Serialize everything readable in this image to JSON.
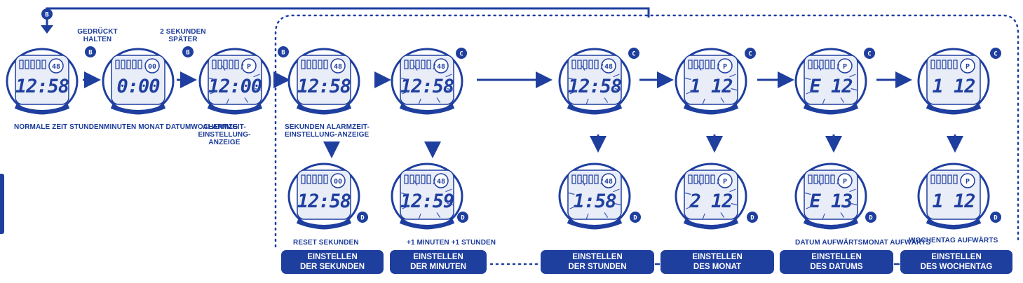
{
  "colors": {
    "primary": "#1f3f9f",
    "lcd": "#e9edf8",
    "flash": "#3a57b6"
  },
  "top_labels": {
    "hold_1": "GEDRÜCKT",
    "hold_2": "HALTEN",
    "delay_1": "2 SEKUNDEN",
    "delay_2": "SPÄTER"
  },
  "row1_caption": "NORMALE ZEIT STUNDENMINUTEN MONAT DATUMWOCHENTAG",
  "alarm_caption": {
    "l1": "ALARMZEIT-",
    "l2": "EINSTELLUNG-",
    "l3": "ANZEIGE"
  },
  "seconds_caption": {
    "l1": "SEKUNDEN ALARMZEIT-",
    "l2": "EINSTELLUNG-ANZEIGE"
  },
  "row2_captions": {
    "reset": "RESET SEKUNDEN",
    "minutes": "+1 MINUTEN +1 STUNDEN",
    "date_month": "DATUM AUFWÄRTSMONAT AUFWÄRTS",
    "weekday": "WOCHENTAG AUFWÄRTS"
  },
  "buttons": {
    "b": "B",
    "c": "C",
    "d": "D"
  },
  "watches_row1": [
    {
      "display": "12:58",
      "indicator": "48"
    },
    {
      "display": "0:00",
      "indicator": "00"
    },
    {
      "display": "12:00",
      "indicator": "P"
    },
    {
      "display": "12:58",
      "indicator": "48"
    },
    {
      "display": "12:58",
      "indicator": "48"
    },
    {
      "display": "12:58",
      "indicator": "48"
    },
    {
      "display": "1 12",
      "indicator": "P"
    },
    {
      "display": "E 12",
      "indicator": "P"
    },
    {
      "display": "1 12",
      "indicator": "P"
    }
  ],
  "watches_row2": [
    {
      "display": "12:58",
      "indicator": "00"
    },
    {
      "display": "12:59",
      "indicator": "48"
    },
    {
      "display": "1:58",
      "indicator": "48"
    },
    {
      "display": "2 12",
      "indicator": "P"
    },
    {
      "display": "E 13",
      "indicator": "P"
    },
    {
      "display": "1 12",
      "indicator": "P"
    }
  ],
  "setting_steps": [
    {
      "l1": "EINSTELLEN",
      "l2": "DER SEKUNDEN"
    },
    {
      "l1": "EINSTELLEN",
      "l2": "DER MINUTEN"
    },
    {
      "l1": "EINSTELLEN",
      "l2": "DER STUNDEN"
    },
    {
      "l1": "EINSTELLEN",
      "l2": "DES MONAT"
    },
    {
      "l1": "EINSTELLEN",
      "l2": "DES DATUMS"
    },
    {
      "l1": "EINSTELLEN",
      "l2": "DES WOCHENTAG"
    }
  ]
}
